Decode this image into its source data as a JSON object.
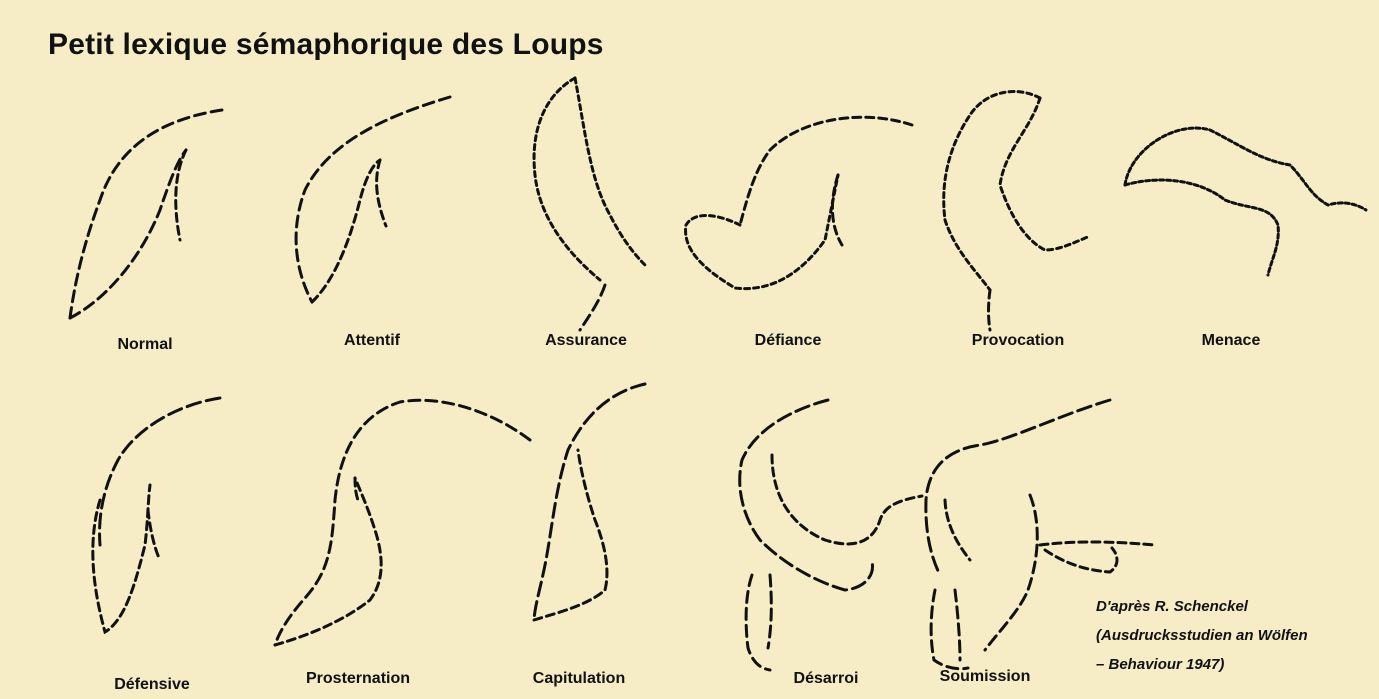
{
  "title": "Petit lexique sémaphorique des Loups",
  "postures_row1": [
    "Normal",
    "Attentif",
    "Assurance",
    "Défiance",
    "Provocation",
    "Menace"
  ],
  "postures_row2": [
    "Défensive",
    "Prosternation",
    "Capitulation",
    "Désarroi",
    "Soumission"
  ],
  "credit": {
    "line1": "D'après R. Schenckel",
    "line2": "(Ausdrucksstudien an Wölfen",
    "line3": "– Behaviour 1947)"
  },
  "colors": {
    "background": "#f6ecc6",
    "ink": "#111111"
  }
}
